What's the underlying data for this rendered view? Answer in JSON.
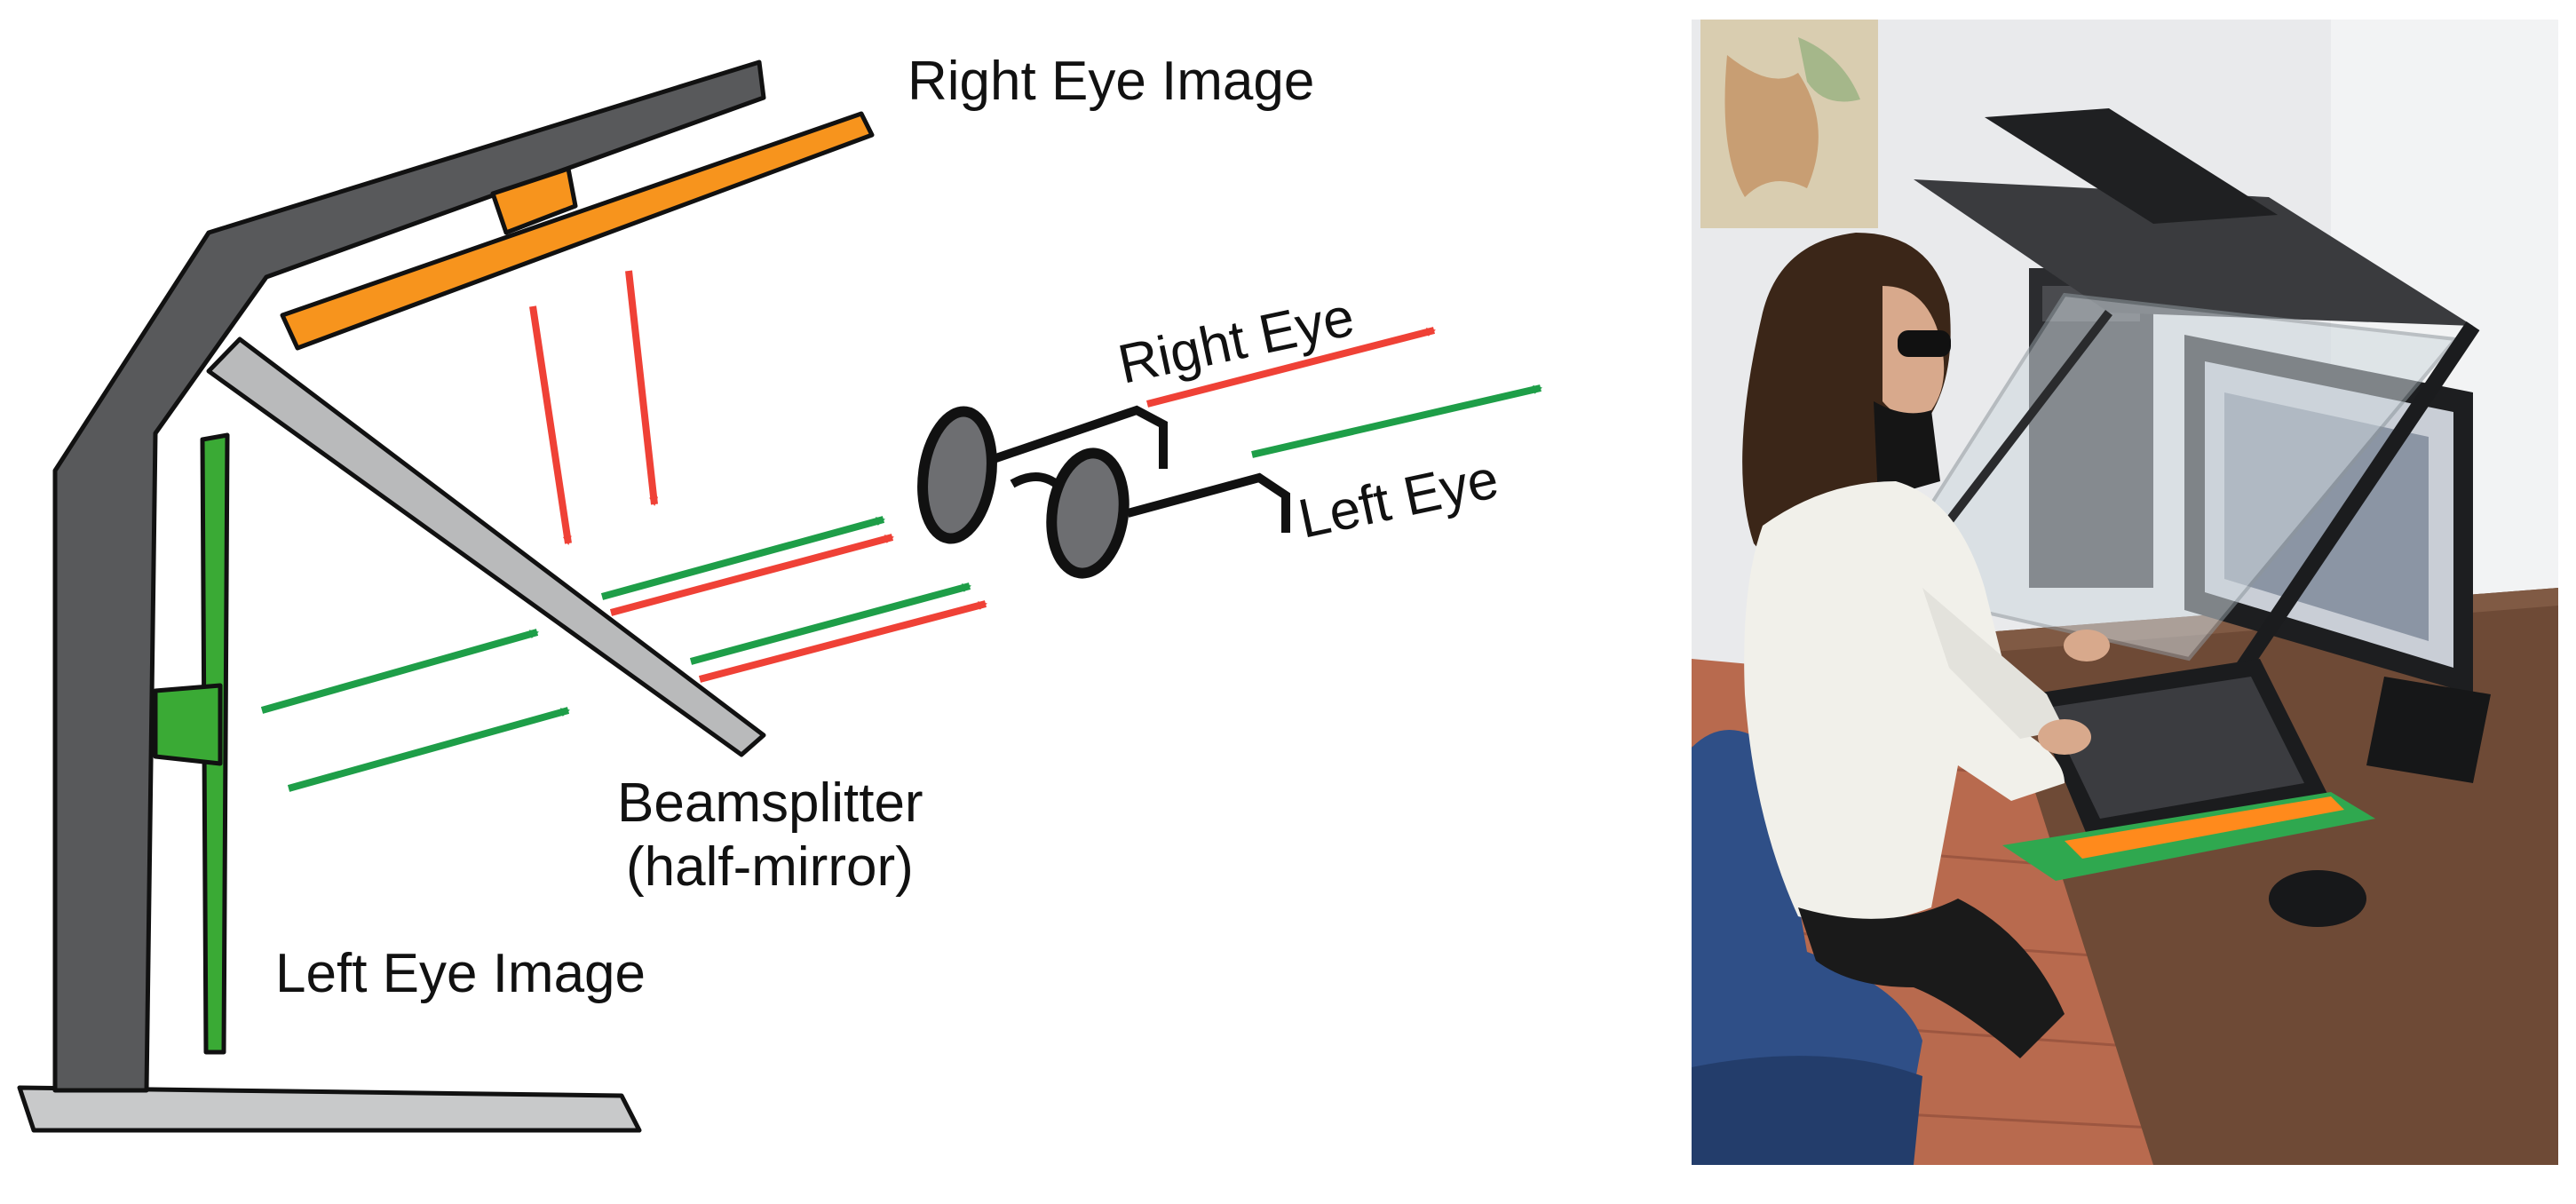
{
  "diagram": {
    "labels": {
      "right_eye_image": "Right Eye Image",
      "right_eye": "Right Eye",
      "left_eye": "Left Eye",
      "beamsplitter": "Beamsplitter",
      "half_mirror": "(half-mirror)",
      "left_eye_image": "Left Eye Image"
    },
    "colors": {
      "frame": "#58595b",
      "base": "#c8c9ca",
      "mirror": "#b9babb",
      "right_monitor": "#f7941d",
      "left_monitor": "#3aaa35",
      "red_ray": "#ef4136",
      "green_ray": "#1e9e48",
      "glasses_lens": "#6d6e71",
      "outline": "#111111"
    }
  }
}
